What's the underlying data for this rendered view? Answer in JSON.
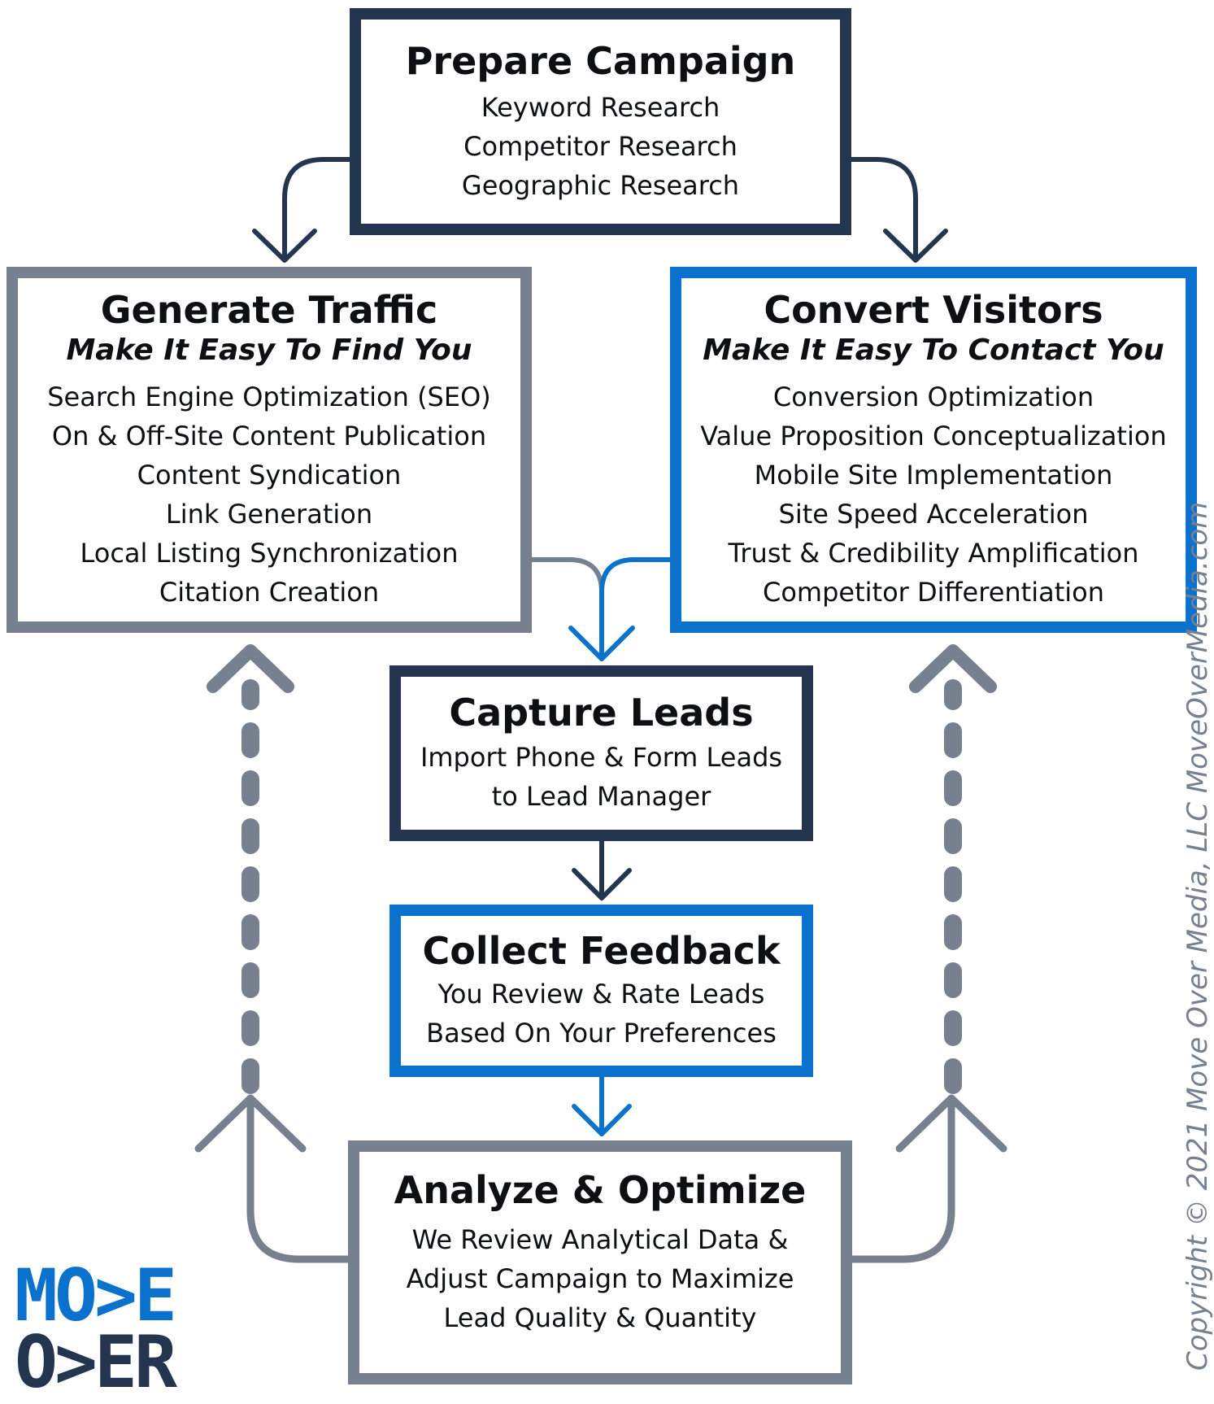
{
  "colors": {
    "dark_navy": "#243550",
    "slate_gray": "#76808f",
    "brand_blue": "#0a72cc",
    "text": "#0d0f12"
  },
  "prepare": {
    "title": "Prepare Campaign",
    "items": [
      "Keyword Research",
      "Competitor Research",
      "Geographic Research"
    ]
  },
  "traffic": {
    "title": "Generate Traffic",
    "subtitle": "Make It Easy To Find You",
    "items": [
      "Search Engine Optimization (SEO)",
      "On & Off-Site Content Publication",
      "Content Syndication",
      "Link Generation",
      "Local Listing Synchronization",
      "Citation Creation"
    ]
  },
  "convert": {
    "title": "Convert Visitors",
    "subtitle": "Make It Easy To Contact You",
    "items": [
      "Conversion Optimization",
      "Value Proposition Conceptualization",
      "Mobile Site Implementation",
      "Site Speed Acceleration",
      "Trust & Credibility Amplification",
      "Competitor Differentiation"
    ]
  },
  "capture": {
    "title": "Capture Leads",
    "items": [
      "Import Phone & Form Leads",
      "to Lead Manager"
    ]
  },
  "feedback": {
    "title": "Collect Feedback",
    "items": [
      "You Review & Rate Leads",
      "Based On Your Preferences"
    ]
  },
  "analyze": {
    "title": "Analyze & Optimize",
    "items": [
      "We Review Analytical Data &",
      "Adjust Campaign to Maximize",
      "Lead Quality & Quantity"
    ]
  },
  "logo": {
    "line1": "MO>E",
    "line2": "O>ER"
  },
  "copyright": "Copyright © 2021 Move Over Media, LLC MoveOverMedia.com"
}
